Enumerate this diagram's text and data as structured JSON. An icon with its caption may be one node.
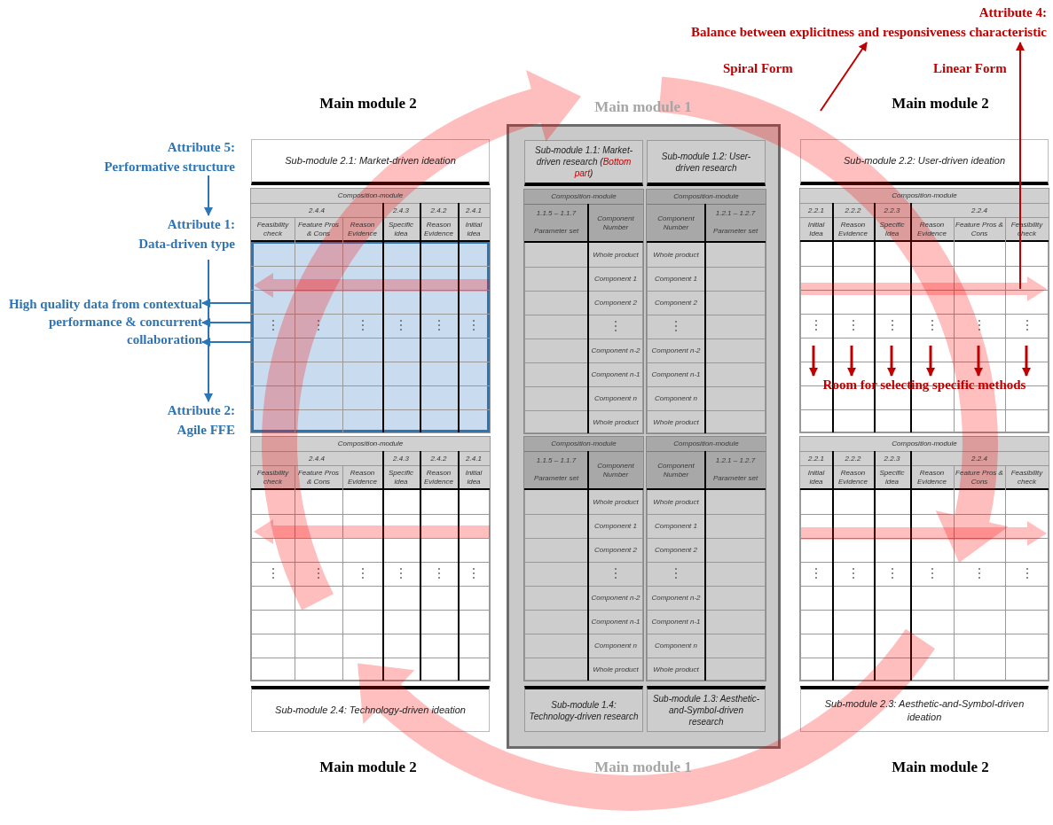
{
  "diagram": {
    "nodes": [
      {
        "text": [
          "Attribute 4:",
          "Balance between explicitness and responsiveness characteristic"
        ]
      },
      {
        "text": [
          "Attribute 5:",
          "Performative structure"
        ]
      },
      {
        "text": [
          "Attribute 1:",
          "Data-driven type"
        ]
      },
      {
        "text": [
          "High quality data from contextual performance & concurrent collaboration"
        ]
      },
      {
        "text": [
          "Attribute 2:",
          "Agile FFE"
        ]
      },
      {
        "text": [
          "Sub-module 2.1: Market-driven ideation"
        ]
      },
      {
        "text": [
          "Composition-module",
          "2.4.4",
          "2.4.3",
          "2.4.2",
          "2.4.1",
          "Feasibility check",
          "Feature Pros & Cons",
          "Reason Evidence",
          "Specific idea",
          "Reason Evidence",
          "Initial idea"
        ]
      },
      {
        "text": [
          "Composition-module",
          "2.4.4",
          "2.4.3",
          "2.4.2",
          "2.4.1",
          "Feasibility check",
          "Feature Pros & Cons",
          "Reason Evidence",
          "Specific idea",
          "Reason Evidence",
          "Initial idea"
        ]
      },
      {
        "text": [
          "Sub-module 2.4: Technology-driven ideation"
        ]
      },
      {
        "text": [],
        "shape": "box"
      },
      {
        "text": [
          "Sub-module 1.1: Market-driven research (**Bottom part**)"
        ],
        "in": 9
      },
      {
        "text": [
          "Sub-module 1.2: User-driven research"
        ],
        "in": 9
      },
      {
        "text": [
          "Composition-module",
          "1.1.5 – 1.1.7",
          "Parameter set",
          "Component Number",
          "Whole product",
          "Component 1",
          "Component 2",
          "Component n-2",
          "Component n-1",
          "Component n",
          "Whole product"
        ],
        "in": 9
      },
      {
        "text": [
          "Composition-module",
          "Component Number",
          "1.2.1 – 1.2.7",
          "Parameter set",
          "Whole product",
          "Component 1",
          "Component 2",
          "Component n-2",
          "Component n-1",
          "Component n",
          "Whole product"
        ],
        "in": 9
      },
      {
        "text": [
          "Composition-module",
          "1.1.5 – 1.1.7",
          "Parameter set",
          "Component Number",
          "Whole product",
          "Component 1",
          "Component 2",
          "Component n-2",
          "Component n-1",
          "Component n",
          "Whole product"
        ],
        "in": 9
      },
      {
        "text": [
          "Composition-module",
          "Component Number",
          "1.2.1 – 1.2.7",
          "Parameter set",
          "Whole product",
          "Component 1",
          "Component 2",
          "Component n-2",
          "Component n-1",
          "Component n",
          "Whole product"
        ],
        "in": 9
      },
      {
        "text": [
          "Sub-module 1.4: Technology-driven research"
        ],
        "in": 9
      },
      {
        "text": [
          "Sub-module 1.3: Aesthetic-and-Symbol-driven research"
        ],
        "in": 9
      },
      {
        "text": [
          "Sub-module 2.2: User-driven ideation"
        ]
      },
      {
        "text": [
          "Composition-module",
          "2.2.1",
          "2.2.2",
          "2.2.3",
          "2.2.4",
          "Initial Idea",
          "Reason Evidence",
          "Specific Idea",
          "Reason Evidence",
          "Feature Pros & Cons",
          "Feasibility check"
        ]
      },
      {
        "text": [
          "Composition-module",
          "2.2.1",
          "2.2.2",
          "2.2.3",
          "2.2.4",
          "Initial idea",
          "Reason Evidence",
          "Specific idea",
          "Reason Evidence",
          "Feature Pros & Cons",
          "Feasibility check"
        ]
      },
      {
        "text": [
          "Sub-module 2.3: Aesthetic-and-Symbol-driven ideation"
        ]
      },
      {
        "text": [
          "Room for selecting specific methods"
        ],
        "in": 19
      }
    ],
    "edges": [
      {
        "from": 1,
        "to": 2,
        "arrow": "to",
        "color": "#2e75b6"
      },
      {
        "from": 2,
        "to": 4,
        "arrow": "to",
        "color": "#2e75b6"
      },
      {
        "from": 6,
        "to": 3,
        "arrow": "to",
        "color": "#2e75b6"
      },
      {
        "from": 6,
        "to": 3,
        "arrow": "to",
        "color": "#2e75b6"
      },
      {
        "from": 6,
        "to": 3,
        "arrow": "to",
        "color": "#2e75b6"
      },
      {
        "from": null,
        "to": 0,
        "arrow": "to",
        "label": "Spiral Form"
      },
      {
        "from": null,
        "to": 0,
        "arrow": "to",
        "label": "Linear Form"
      },
      {
        "from": null,
        "to": 22,
        "arrow": "to"
      },
      {
        "from": null,
        "to": 22,
        "arrow": "to"
      },
      {
        "from": null,
        "to": 22,
        "arrow": "to"
      },
      {
        "from": null,
        "to": 22,
        "arrow": "to"
      },
      {
        "from": null,
        "to": 22,
        "arrow": "to"
      },
      {
        "from": null,
        "to": 22,
        "arrow": "to"
      }
    ],
    "labels": [
      "Main module 2",
      "Main module 1",
      "Main module 2",
      "Main module 2",
      "Main module 1",
      "Main module 2"
    ]
  }
}
